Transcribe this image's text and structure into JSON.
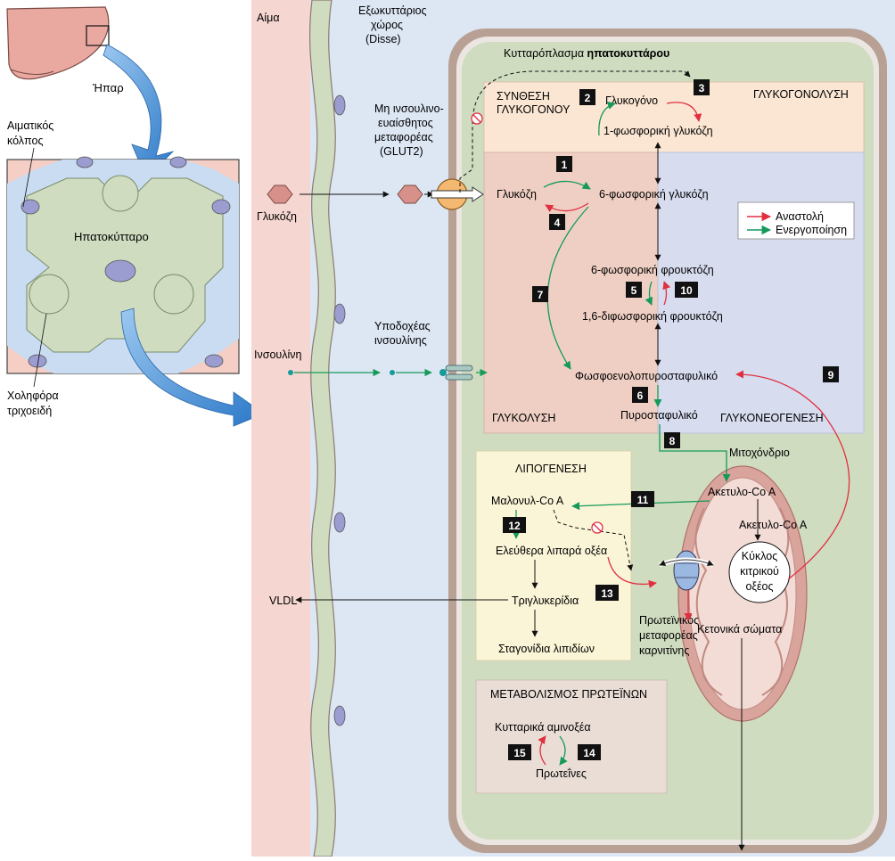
{
  "liver": {
    "organ_label": "Ήπαρ",
    "sinusoid_label_1": "Αιματικός",
    "sinusoid_label_2": "κόλπος",
    "hepatocyte_label": "Ηπατοκύτταρο",
    "bile_label_1": "Χοληφόρα",
    "bile_label_2": "τριχοειδή"
  },
  "regions": {
    "blood": "Αίμα",
    "disse_1": "Εξωκυττάριος",
    "disse_2": "χώρος",
    "disse_3": "(Disse)",
    "cytoplasm_prefix": "Κυτταρόπλασμα ",
    "cytoplasm_bold": "ηπατοκυττάρου"
  },
  "transport": {
    "glut2_1": "Μη ινσουλινο-",
    "glut2_2": "ευαίσθητος",
    "glut2_3": "μεταφορέας",
    "glut2_4": "(GLUT2)",
    "glucose": "Γλυκόζη",
    "insulin": "Ινσουλίνη",
    "receptor_1": "Υποδοχέας",
    "receptor_2": "ινσουλίνης"
  },
  "sections": {
    "glycogen_synthesis_1": "ΣΥΝΘΕΣΗ",
    "glycogen_synthesis_2": "ΓΛΥΚΟΓΟΝΟΥ",
    "glycogenolysis": "ΓΛΥΚΟΓΟΝΟΛΥΣΗ",
    "glycolysis": "ΓΛΥΚΟΛΥΣΗ",
    "gluconeogenesis": "ΓΛΥΚΟΝΕΟΓΕΝΕΣΗ",
    "lipogenesis": "ΛΙΠΟΓΕΝΕΣΗ",
    "protein_metabolism": "ΜΕΤΑΒΟΛΙΣΜΟΣ ΠΡΩΤΕΪΝΩΝ"
  },
  "metabolites": {
    "glycogen": "Γλυκογόνο",
    "g1p": "1-φωσφορική γλυκόζη",
    "glucose_in": "Γλυκόζη",
    "g6p": "6-φωσφορική γλυκόζη",
    "f6p": "6-φωσφορική φρουκτόζη",
    "f16bp": "1,6-διφωσφορική φρουκτόζη",
    "pep": "Φωσφοενολοπυροσταφυλικό",
    "pyruvate": "Πυροσταφυλικό",
    "mitochondrion": "Μιτοχόνδριο",
    "acetyl_coa_1": "Ακετυλο-Co A",
    "acetyl_coa_2": "Ακετυλο-Co A",
    "malonyl_coa": "Μαλονυλ-Co A",
    "ffa": "Ελεύθερα λιπαρά οξέα",
    "triglycerides": "Τριγλυκερίδια",
    "lipid_droplets": "Σταγονίδια λιπιδίων",
    "vldl": "VLDL",
    "krebs_1": "Κύκλος",
    "krebs_2": "κιτρικού",
    "krebs_3": "οξέος",
    "cpt_1": "Πρωτεϊνικός",
    "cpt_2": "μεταφορέας",
    "cpt_3": "καρνιτίνης",
    "ketones": "Κετονικά σώματα",
    "amino_acids": "Κυτταρικά αμινοξέα",
    "proteins": "Πρωτεΐνες"
  },
  "legend": {
    "inhibition": "Αναστολή",
    "activation": "Ενεργοποίηση"
  },
  "steps": [
    "1",
    "2",
    "3",
    "4",
    "5",
    "6",
    "7",
    "8",
    "9",
    "10",
    "11",
    "12",
    "13",
    "14",
    "15"
  ],
  "colors": {
    "activation": "#169a5a",
    "inhibition": "#e03040",
    "blood": "#f5d6d0",
    "interstitial": "#dde7f4",
    "cytoplasm": "#cfdcc0",
    "membrane": "#b8a194",
    "sinusoid_arrow": "#3f8fdb"
  }
}
